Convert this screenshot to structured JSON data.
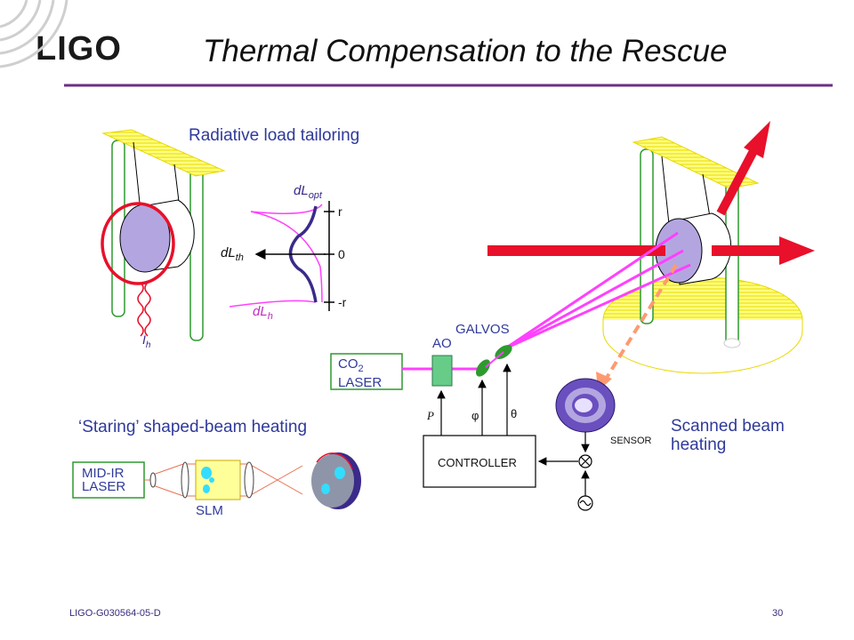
{
  "header": {
    "logo_text": "LIGO",
    "title": "Thermal Compensation to the Rescue"
  },
  "footer": {
    "doc_id": "LIGO-G030564-05-D",
    "page_number": "30"
  },
  "radiative": {
    "heading": "Radiative load tailoring",
    "current_label": "I",
    "current_sub": "h",
    "curve_labels": {
      "dl_opt": "dL",
      "dl_opt_sub": "opt",
      "dl_th": "dL",
      "dl_th_sub": "th",
      "dl_h": "dL",
      "dl_h_sub": "h"
    },
    "axis": {
      "top": "r",
      "middle": "0",
      "bottom": "-r"
    }
  },
  "staring": {
    "heading": "‘Staring’ shaped-beam heating",
    "laser_line1": "MID-IR",
    "laser_line2": "LASER",
    "slm_label": "SLM"
  },
  "scanned": {
    "co2_line1": "CO",
    "co2_sub": "2",
    "co2_line2": "LASER",
    "ao_label": "AO",
    "galvos_label": "GALVOS",
    "controller_label": "CONTROLLER",
    "sensor_label": "SENSOR",
    "signal_p": "P",
    "signal_phi": "φ",
    "signal_theta": "θ",
    "heading_line1": "Scanned beam",
    "heading_line2": "heating",
    "mixer_symbol": "⊗",
    "source_symbol": "~"
  },
  "colors": {
    "title_rule": "#6b2f86",
    "label_blue": "#2f3a9a",
    "magenta": "#ff40ff",
    "red": "#e8102a",
    "yellow": "#ffff66",
    "green": "#2e9a2e",
    "lavender": "#b3a6e0"
  }
}
